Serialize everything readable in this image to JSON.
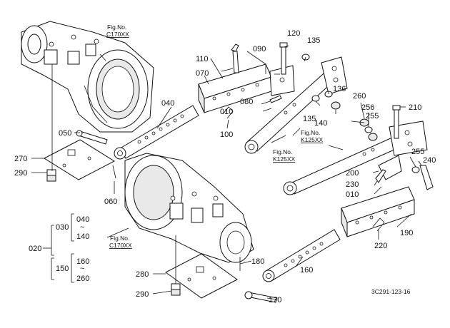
{
  "diagram": {
    "drawing_code": "3C291-123-16",
    "fig_refs": [
      {
        "fig": "Fig.No.",
        "code": "C170XX"
      },
      {
        "fig": "Fig.No.",
        "code": "C170XX"
      },
      {
        "fig": "Fig.No.",
        "code": "K125XX"
      },
      {
        "fig": "Fig.No.",
        "code": "K125XX"
      }
    ],
    "part_labels": [
      "010",
      "010",
      "020",
      "030",
      "040",
      "040",
      "050",
      "060",
      "070",
      "080",
      "090",
      "100",
      "110",
      "120",
      "135",
      "135",
      "136",
      "140",
      "140",
      "150",
      "160",
      "160",
      "170",
      "180",
      "190",
      "200",
      "210",
      "220",
      "230",
      "240",
      "255",
      "255",
      "256",
      "260",
      "260",
      "270",
      "280",
      "290",
      "290"
    ],
    "tilde": "~"
  }
}
